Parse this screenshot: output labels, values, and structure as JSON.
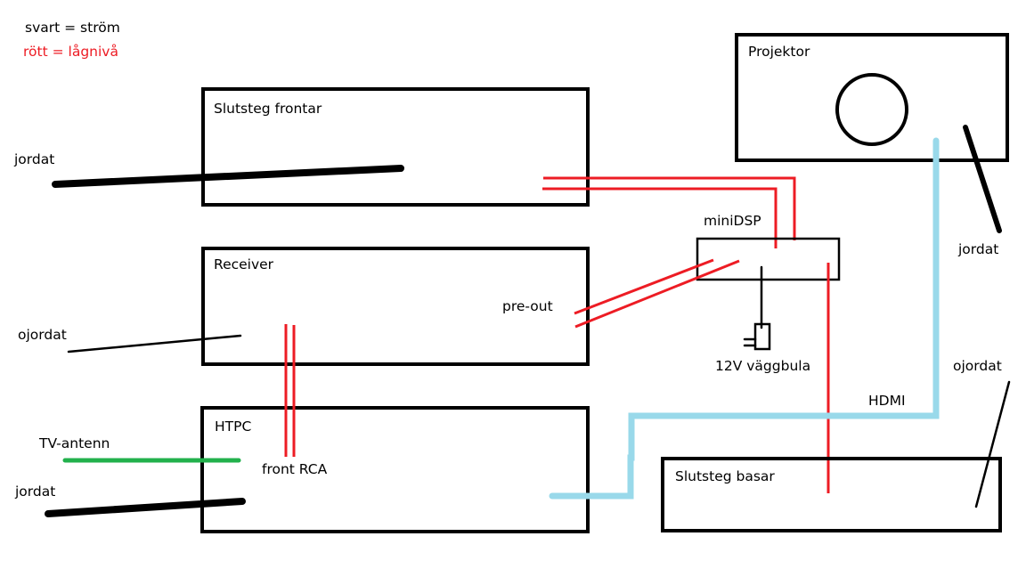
{
  "legend": {
    "black": "svart = ström",
    "red": "rött = lågnivå"
  },
  "colors": {
    "power": "#000000",
    "low_level": "#ed1c24",
    "hdmi": "#99d9ea",
    "antenna": "#22b14c"
  },
  "devices": {
    "slutsteg_frontar": {
      "label": "Slutsteg frontar"
    },
    "receiver": {
      "label": "Receiver"
    },
    "htpc": {
      "label": "HTPC"
    },
    "projektor": {
      "label": "Projektor"
    },
    "minidsp": {
      "label": "miniDSP"
    },
    "slutsteg_basar": {
      "label": "Slutsteg basar"
    }
  },
  "annotations": {
    "frontar_power": "jordat",
    "receiver_power": "ojordat",
    "htpc_antenna": "TV-antenn",
    "htpc_power": "jordat",
    "pre_out": "pre-out",
    "front_rca": "front RCA",
    "wall_adapter": "12V väggbula",
    "hdmi": "HDMI",
    "projector_power": "jordat",
    "basar_power": "ojordat"
  },
  "connections": [
    {
      "from": "Slutsteg frontar",
      "to": "miniDSP",
      "type": "low_level",
      "wires": 2
    },
    {
      "from": "Receiver (pre-out)",
      "to": "miniDSP",
      "type": "low_level",
      "wires": 2
    },
    {
      "from": "miniDSP",
      "to": "Slutsteg basar",
      "type": "low_level",
      "wires": 1
    },
    {
      "from": "Receiver",
      "to": "HTPC (front RCA)",
      "type": "low_level",
      "wires": 2
    },
    {
      "from": "HTPC",
      "to": "Projektor",
      "type": "hdmi"
    },
    {
      "from": "12V väggbula",
      "to": "miniDSP",
      "type": "power"
    }
  ]
}
